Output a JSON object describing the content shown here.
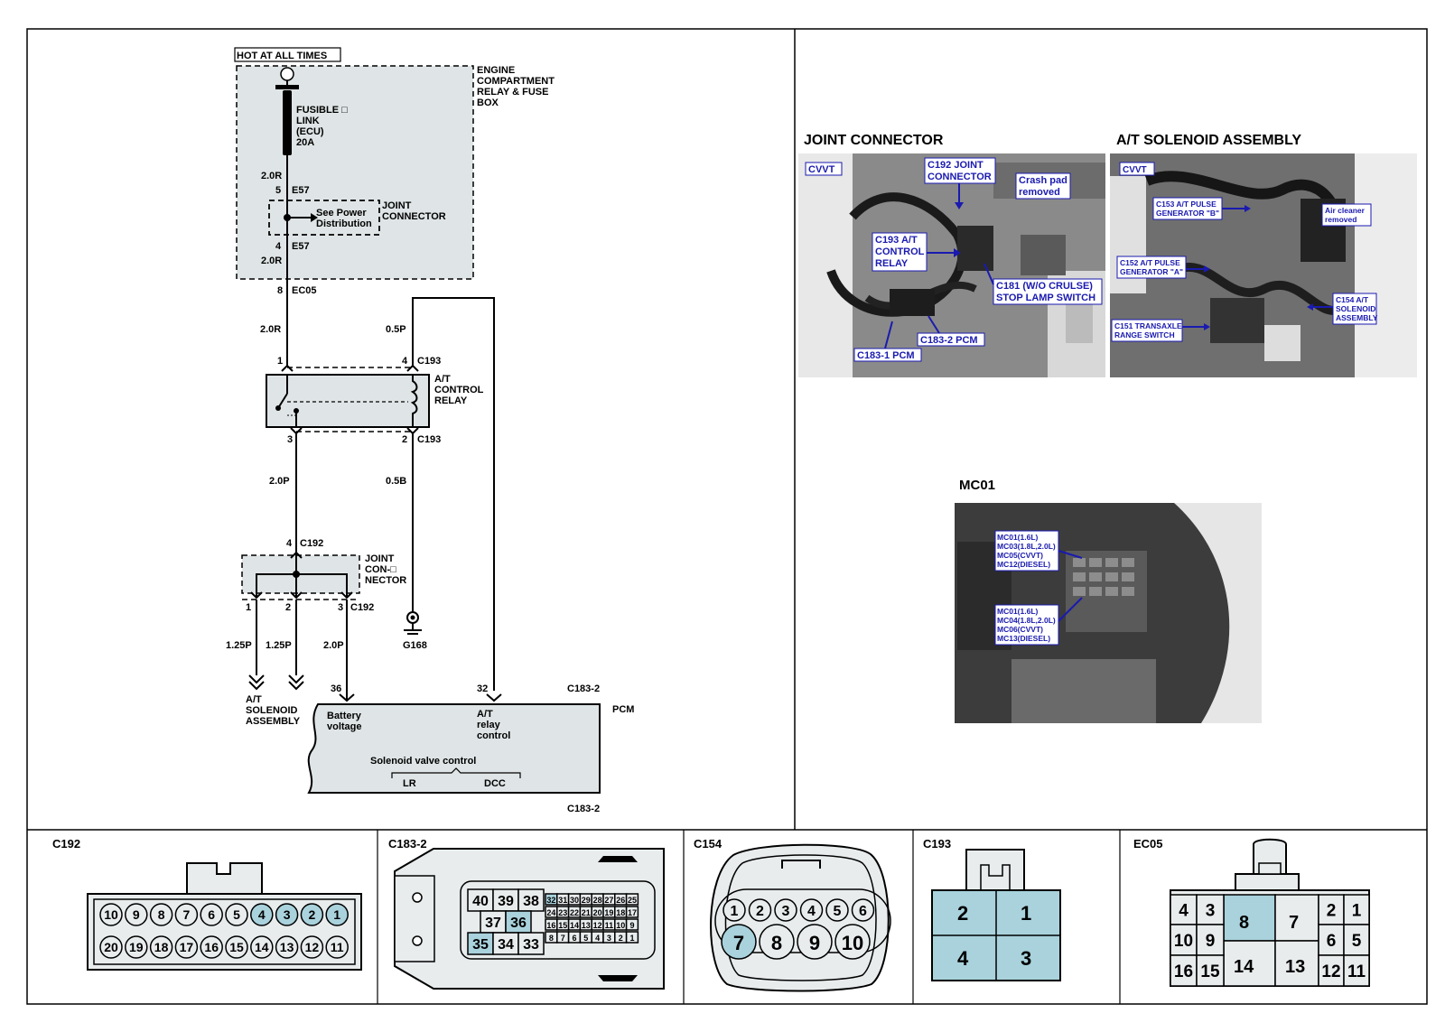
{
  "schematic": {
    "hot_label": "HOT AT ALL TIMES",
    "fuse_box_label": [
      "ENGINE",
      "COMPARTMENT",
      "RELAY & FUSE",
      "BOX"
    ],
    "fusible_link": [
      "FUSIBLE □",
      "LINK",
      "(ECU)",
      "20A"
    ],
    "wire_e57_top": "2.0R",
    "pin_e57_top": "5",
    "conn_e57_top": "E57",
    "see_power": [
      "See Power",
      "Distribution"
    ],
    "joint_connector": [
      "JOINT",
      "CONNECTOR"
    ],
    "pin_e57_bottom": "4",
    "conn_e57_bottom": "E57",
    "wire_e57_bottom": "2.0R",
    "pin_ec05": "8",
    "conn_ec05": "EC05",
    "wire_relay_in": "2.0R",
    "wire_pcm_relay": "0.5P",
    "pin_relay_1": "1",
    "pin_relay_4": "4",
    "conn_c193_top": "C193",
    "relay_label": [
      "A/T",
      "CONTROL",
      "RELAY"
    ],
    "pin_relay_3": "3",
    "pin_relay_2": "2",
    "conn_c193_bottom": "C193",
    "wire_relay_out": "2.0P",
    "wire_ground": "0.5B",
    "pin_c192_4": "4",
    "conn_c192_top": "C192",
    "joint_con": [
      "JOINT",
      "CON-□",
      "NECTOR"
    ],
    "pin_c192_1": "1",
    "pin_c192_2": "2",
    "pin_c192_3": "3",
    "conn_c192_bottom": "C192",
    "ground": "G168",
    "wire_sol_1": "1.25P",
    "wire_sol_2": "1.25P",
    "wire_pcm_batt": "2.0P",
    "sol_assembly": [
      "A/T",
      "SOLENOID",
      "ASSEMBLY"
    ],
    "pin_36": "36",
    "pin_32": "32",
    "conn_c183_top": "C183-2",
    "pcm": "PCM",
    "battery_voltage": [
      "Battery",
      "voltage"
    ],
    "relay_control": [
      "A/T",
      "relay",
      "control"
    ],
    "solenoid_control": "Solenoid valve control",
    "lr": "LR",
    "dcc": "DCC",
    "conn_c183_bottom": "C183-2"
  },
  "photos": {
    "joint_connector_title": "JOINT CONNECTOR",
    "at_solenoid_title": "A/T SOLENOID ASSEMBLY",
    "cvvt1": "CVVT",
    "cvvt2": "CVVT",
    "c192_joint": [
      "C192 JOINT",
      "CONNECTOR"
    ],
    "crash_pad": [
      "Crash pad",
      "removed"
    ],
    "c193_relay": [
      "C193 A/T",
      "CONTROL",
      "RELAY"
    ],
    "c181": [
      "C181 (W/O CRULSE)",
      "STOP LAMP SWITCH"
    ],
    "c183_2": "C183-2 PCM",
    "c183_1": "C183-1 PCM",
    "c153": [
      "C153 A/T PULSE",
      "GENERATOR \"B\""
    ],
    "air_cleaner": [
      "Air cleaner",
      "removed"
    ],
    "c152": [
      "C152 A/T PULSE",
      "GENERATOR \"A\""
    ],
    "c154": [
      "C154 A/T",
      "SOLENOID",
      "ASSEMBLY"
    ],
    "c151": [
      "C151 TRANSAXLE",
      "RANGE SWITCH"
    ],
    "mc01_title": "MC01",
    "mc_group1": [
      "MC01(1.6L)",
      "MC03(1.8L,2.0L)",
      "MC05(CVVT)",
      "MC12(DIESEL)"
    ],
    "mc_group2": [
      "MC01(1.6L)",
      "MC04(1.8L,2.0L)",
      "MC06(CVVT)",
      "MC13(DIESEL)"
    ]
  },
  "connectors": {
    "c192": {
      "title": "C192",
      "top": [
        "10",
        "9",
        "8",
        "7",
        "6",
        "5",
        "4",
        "3",
        "2",
        "1"
      ],
      "bottom": [
        "20",
        "19",
        "18",
        "17",
        "16",
        "15",
        "14",
        "13",
        "12",
        "11"
      ],
      "highlight": [
        "4",
        "3",
        "2",
        "1"
      ]
    },
    "c183_2": {
      "title": "C183-2",
      "big_r1": [
        "40",
        "39",
        "38"
      ],
      "big_r2": [
        "37",
        "36"
      ],
      "big_r3": [
        "35",
        "34",
        "33"
      ],
      "small_r1": [
        "32",
        "31",
        "30",
        "29",
        "28",
        "27",
        "26",
        "25"
      ],
      "small_r2": [
        "24",
        "23",
        "22",
        "21",
        "20",
        "19",
        "18",
        "17"
      ],
      "small_r3": [
        "16",
        "15",
        "14",
        "13",
        "12",
        "11",
        "10",
        "9"
      ],
      "small_r4": [
        "8",
        "7",
        "6",
        "5",
        "4",
        "3",
        "2",
        "1"
      ],
      "highlight": [
        "36",
        "35",
        "32",
        "20"
      ]
    },
    "c154": {
      "title": "C154",
      "top": [
        "1",
        "2",
        "3",
        "4",
        "5",
        "6"
      ],
      "bottom": [
        "7",
        "8",
        "9",
        "10"
      ],
      "highlight": [
        "7"
      ]
    },
    "c193": {
      "title": "C193",
      "pins": [
        "2",
        "1",
        "4",
        "3"
      ]
    },
    "ec05": {
      "title": "EC05",
      "left_top": [
        "4",
        "3"
      ],
      "left_bottom": [
        "10",
        "9"
      ],
      "left_low": [
        "16",
        "15"
      ],
      "right_top": [
        "2",
        "1"
      ],
      "right_mid": [
        "6",
        "5"
      ],
      "right_low": [
        "12",
        "11"
      ],
      "p8": "8",
      "p7": "7",
      "p14": "14",
      "p13": "13"
    }
  }
}
